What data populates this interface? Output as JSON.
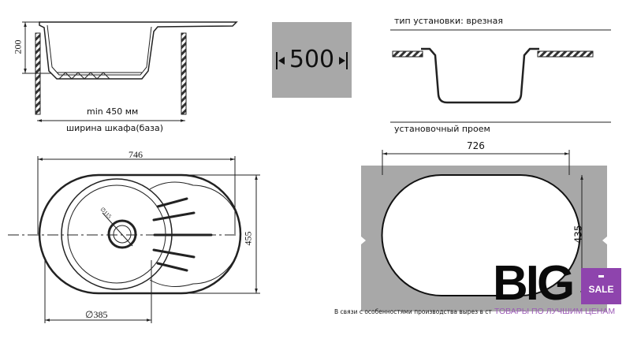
{
  "side_view": {
    "depth_label": "200",
    "min_width_label": "min 450 мм",
    "cabinet_label": "ширина шкафа(база)"
  },
  "cabinet_badge": {
    "value": "500"
  },
  "installation": {
    "type_label": "тип установки: врезная",
    "cutout_label": "установочный проем",
    "cutout_width": "726",
    "cutout_height": "435",
    "note": "В связи с особенностями производства вырез в сто"
  },
  "top_view": {
    "width_label": "746",
    "height_label": "455",
    "bowl_diameter_label": "∅385",
    "drain_diameter_label": "∅115"
  },
  "logo": {
    "brand": "BIG",
    "badge": "SALE",
    "slogan": "ТОВАРЫ ПО ЛУЧШИМ ЦЕНАМ",
    "colors": {
      "brand": "#0a0a0a",
      "accent": "#8e44ad"
    }
  }
}
